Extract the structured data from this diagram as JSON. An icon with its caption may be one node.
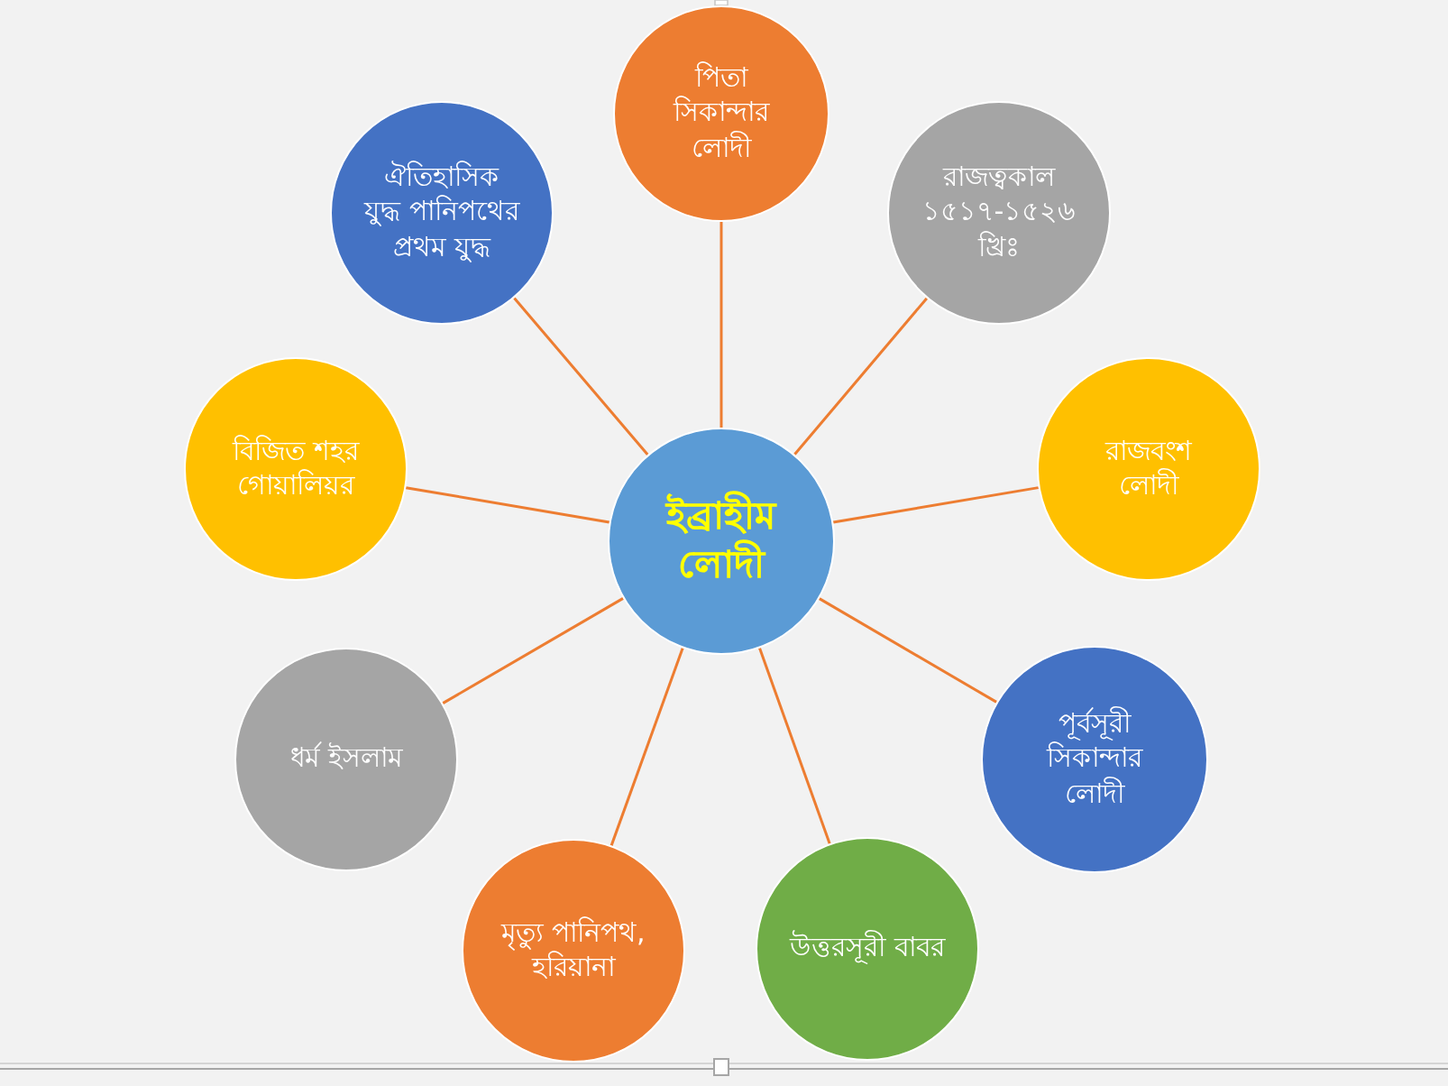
{
  "diagram": {
    "nodes": [
      {
        "text": [
          "ইব্রাহীম লোদী"
        ]
      },
      {
        "text": [
          "পিতা সিকান্দার লোদী"
        ]
      },
      {
        "text": [
          "রাজত্বকাল ১৫১৭-১৫২৬ খ্রিঃ"
        ]
      },
      {
        "text": [
          "রাজবংশ লোদী"
        ]
      },
      {
        "text": [
          "পূর্বসূরী সিকান্দার লোদী"
        ]
      },
      {
        "text": [
          "উত্তরসূরী বাবর"
        ]
      },
      {
        "text": [
          "মৃত্যু পানিপথ, হরিয়ানা"
        ]
      },
      {
        "text": [
          "ধর্ম ইসলাম"
        ]
      },
      {
        "text": [
          "বিজিত শহর গোয়ালিয়র"
        ]
      },
      {
        "text": [
          "ঐতিহাসিক যুদ্ধ পানিপথের প্রথম যুদ্ধ"
        ]
      }
    ],
    "edges": [
      {
        "from": 0,
        "to": 1,
        "arrow": "none"
      },
      {
        "from": 0,
        "to": 2,
        "arrow": "none"
      },
      {
        "from": 0,
        "to": 3,
        "arrow": "none"
      },
      {
        "from": 0,
        "to": 4,
        "arrow": "none"
      },
      {
        "from": 0,
        "to": 5,
        "arrow": "none"
      },
      {
        "from": 0,
        "to": 6,
        "arrow": "none"
      },
      {
        "from": 0,
        "to": 7,
        "arrow": "none"
      },
      {
        "from": 0,
        "to": 8,
        "arrow": "none"
      },
      {
        "from": 0,
        "to": 9,
        "arrow": "none"
      }
    ]
  }
}
